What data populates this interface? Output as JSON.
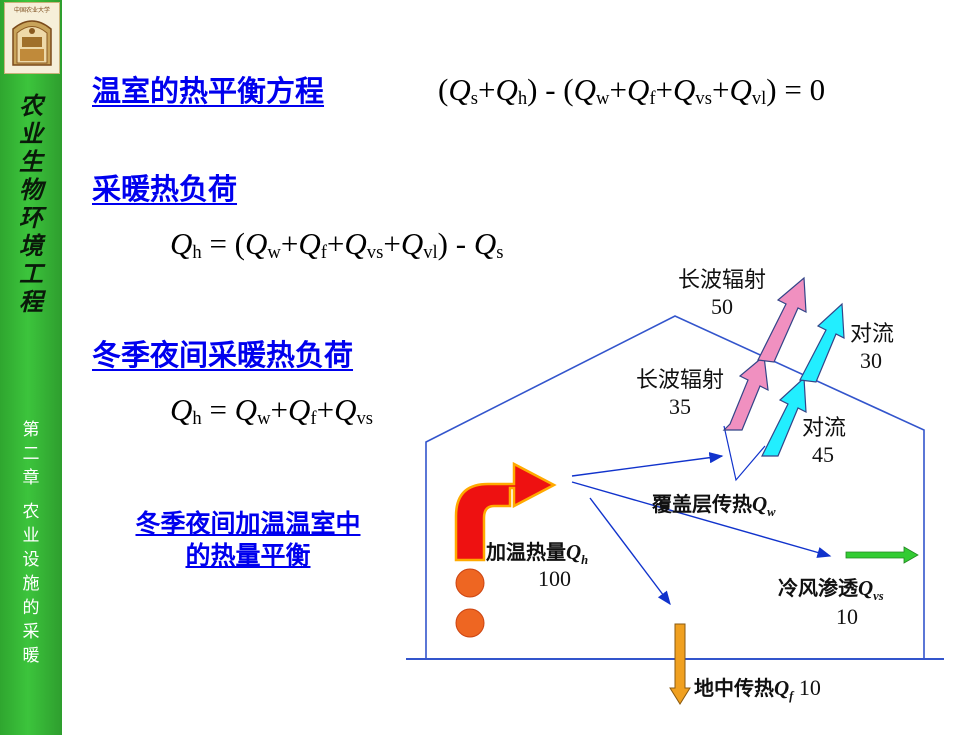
{
  "sidebar": {
    "title_chars": [
      "农",
      "业",
      "生",
      "物",
      "环",
      "境",
      "工",
      "程"
    ],
    "subtitle_chars": [
      "第",
      "二",
      "章",
      "农",
      "业",
      "设",
      "施",
      "的",
      "采",
      "暖"
    ],
    "color": "#33b233"
  },
  "sections": {
    "balance_title": "温室的热平衡方程",
    "heating_title": "采暖热负荷",
    "winter_title": "冬季夜间采暖热负荷",
    "box_title_line1": "冬季夜间加温温室中",
    "box_title_line2": "的热量平衡"
  },
  "formulas": {
    "f1": {
      "o1": "(",
      "q1": "Q",
      "s1": "s",
      "p1": "+",
      "q2": "Q",
      "s2": "h",
      "c1": ") - (",
      "q3": "Q",
      "s3": "w",
      "p2": "+",
      "q4": "Q",
      "s4": "f",
      "p3": "+",
      "q5": "Q",
      "s5": "vs",
      "p4": "+",
      "q6": "Q",
      "s6": "vl",
      "end": ") = 0"
    },
    "f2": {
      "q0": "Q",
      "s0": "h",
      "eq": " = (",
      "q1": "Q",
      "s1": "w",
      "p1": "+",
      "q2": "Q",
      "s2": "f",
      "p2": "+",
      "q3": "Q",
      "s3": "vs",
      "p3": "+",
      "q4": "Q",
      "s4": "vl",
      "mid": ")  -  ",
      "q5": "Q",
      "s5": "s"
    },
    "f3": {
      "q0": "Q",
      "s0": "h",
      "eq": " = ",
      "q1": "Q",
      "s1": "w",
      "p1": "+",
      "q2": "Q",
      "s2": "f",
      "p2": "+",
      "q3": "Q",
      "s3": "vs"
    }
  },
  "diagram": {
    "longwave_outer": {
      "label": "长波辐射",
      "value": "50"
    },
    "convection_outer": {
      "label": "对流",
      "value": "30"
    },
    "longwave_inner": {
      "label": "长波辐射",
      "value": "35"
    },
    "convection_inner": {
      "label": "对流",
      "value": "45"
    },
    "cover": {
      "label": "覆盖层传热",
      "q": "Q",
      "sub": "w"
    },
    "heating": {
      "label": "加温热量",
      "q": "Q",
      "sub": "h",
      "value": "100"
    },
    "infiltration": {
      "label": "冷风渗透",
      "q": "Q",
      "sub": "vs",
      "value": "10"
    },
    "ground": {
      "label": "地中传热",
      "q": "Q",
      "sub": "f",
      "value": "10"
    },
    "colors": {
      "house_line": "#3355cc",
      "flow_line": "#1133cc",
      "heat_arrow": "#ee1111",
      "heat_arrow_tail": "#ffaa00",
      "longwave_arrow": "#f090c0",
      "convection_arrow": "#22eeff",
      "infiltration_arrow": "#33cc33",
      "ground_arrow": "#f0a020",
      "heater_ball": "#ee6622"
    }
  }
}
